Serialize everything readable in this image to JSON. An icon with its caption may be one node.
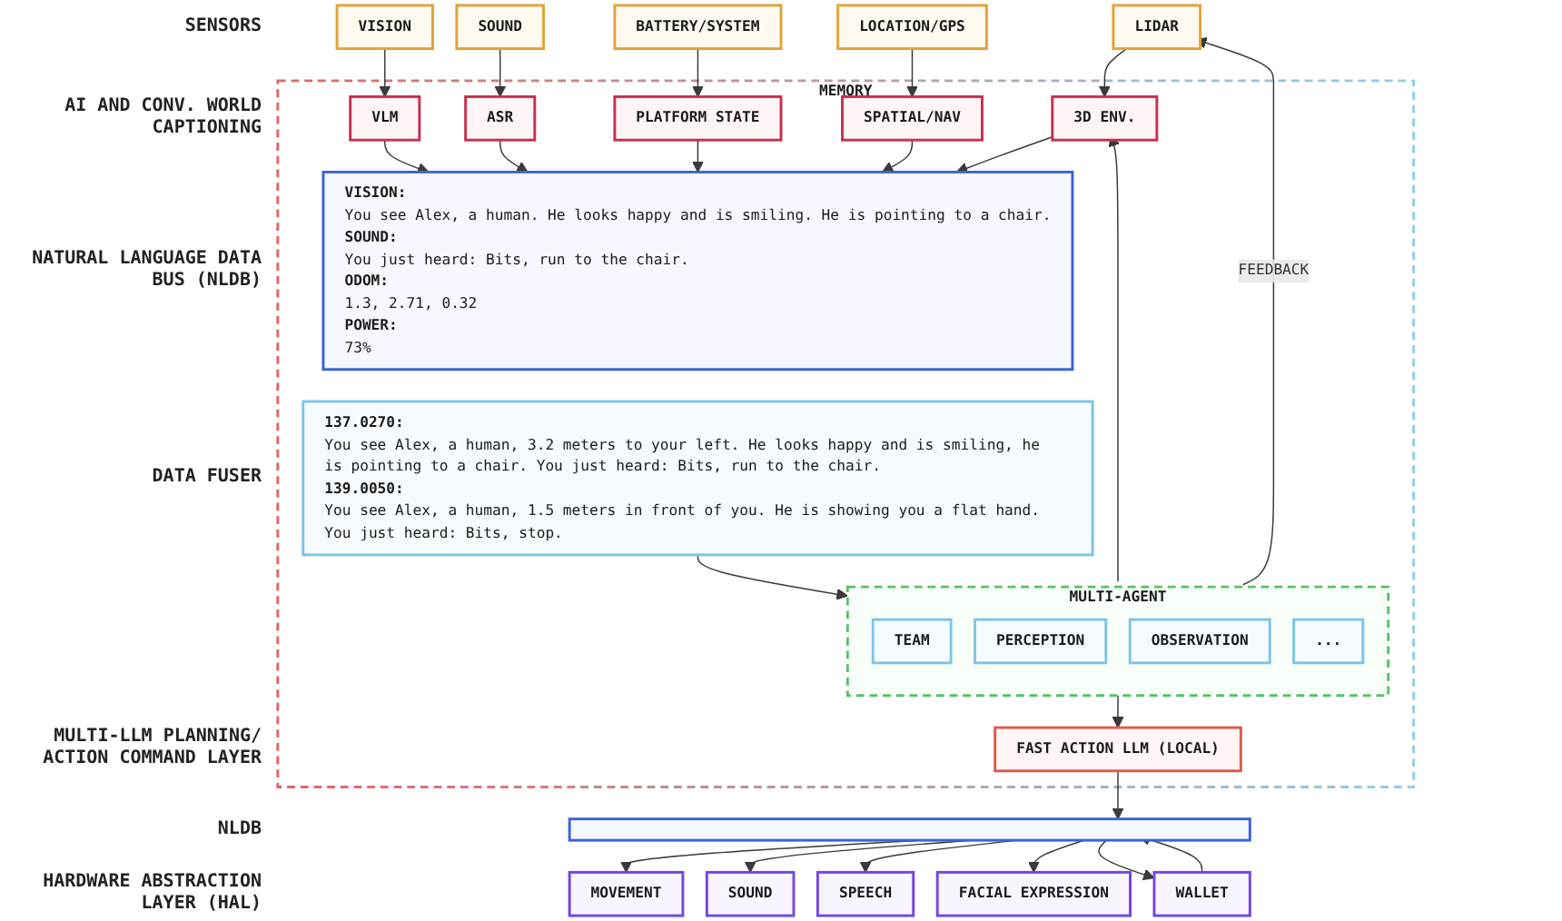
{
  "diagram": {
    "nodes": [
      {
        "text": [
          "VISION"
        ]
      },
      {
        "text": [
          "SOUND"
        ]
      },
      {
        "text": [
          "BATTERY/SYSTEM"
        ]
      },
      {
        "text": [
          "LOCATION/GPS"
        ]
      },
      {
        "text": [
          "LIDAR"
        ]
      },
      {
        "text": [
          "MEMORY"
        ]
      },
      {
        "text": [
          "VLM"
        ],
        "in": 5
      },
      {
        "text": [
          "ASR"
        ],
        "in": 5
      },
      {
        "text": [
          "PLATFORM STATE"
        ],
        "in": 5
      },
      {
        "text": [
          "SPATIAL/NAV"
        ],
        "in": 5
      },
      {
        "text": [
          "3D ENV."
        ],
        "in": 5
      },
      {
        "text": [
          "VISION:",
          "You see Alex, a human. He looks happy and is smiling. He is pointing to a chair.",
          "SOUND:",
          "You just heard: Bits, run to the chair.",
          "ODOM:",
          "1.3, 2.71, 0.32",
          "POWER:",
          "73%"
        ],
        "in": 5
      },
      {
        "text": [
          "137.0270:",
          "You see Alex, a human, 3.2 meters to your left. He looks happy and is smiling, he is pointing to a chair. You just heard: Bits, run to the chair.",
          "139.0050:",
          "You see Alex, a human, 1.5 meters in front of you. He is showing you a flat hand. You just heard: Bits, stop."
        ],
        "in": 5
      },
      {
        "text": [
          "FAST ACTION LLM (LOCAL)"
        ],
        "in": 5
      },
      {
        "text": [
          "MULTI-AGENT"
        ],
        "in": 5
      },
      {
        "text": [
          "TEAM"
        ],
        "in": 14
      },
      {
        "text": [
          "PERCEPTION"
        ],
        "in": 14
      },
      {
        "text": [
          "OBSERVATION"
        ],
        "in": 14
      },
      {
        "text": [
          "..."
        ],
        "in": 14
      },
      {
        "text": [],
        "shape": "bar"
      },
      {
        "text": [
          "MOVEMENT"
        ]
      },
      {
        "text": [
          "SOUND"
        ]
      },
      {
        "text": [
          "SPEECH"
        ]
      },
      {
        "text": [
          "FACIAL EXPRESSION"
        ]
      },
      {
        "text": [
          "WALLET"
        ]
      }
    ],
    "edges": [
      {
        "from": 0,
        "to": 6,
        "arrow": "to"
      },
      {
        "from": 1,
        "to": 7,
        "arrow": "to"
      },
      {
        "from": 2,
        "to": 8,
        "arrow": "to"
      },
      {
        "from": 3,
        "to": 9,
        "arrow": "to"
      },
      {
        "from": 4,
        "to": 10,
        "arrow": "to"
      },
      {
        "from": 6,
        "to": 11,
        "arrow": "to"
      },
      {
        "from": 7,
        "to": 11,
        "arrow": "to"
      },
      {
        "from": 8,
        "to": 11,
        "arrow": "to"
      },
      {
        "from": 9,
        "to": 11,
        "arrow": "to"
      },
      {
        "from": 10,
        "to": 11,
        "arrow": "to"
      },
      {
        "from": 12,
        "to": 14,
        "arrow": "to"
      },
      {
        "from": 14,
        "to": 13,
        "arrow": "to"
      },
      {
        "from": 13,
        "to": 19,
        "arrow": "to"
      },
      {
        "from": 19,
        "to": 20,
        "arrow": "to"
      },
      {
        "from": 19,
        "to": 21,
        "arrow": "to"
      },
      {
        "from": 19,
        "to": 22,
        "arrow": "to"
      },
      {
        "from": 19,
        "to": 23,
        "arrow": "to"
      },
      {
        "from": 19,
        "to": 24,
        "arrow": "to"
      },
      {
        "from": 24,
        "to": 19,
        "arrow": "to"
      },
      {
        "from": 14,
        "to": 4,
        "arrow": "to",
        "label": "FEEDBACK"
      },
      {
        "from": 14,
        "to": 10,
        "arrow": "to"
      }
    ],
    "labels": [
      "SENSORS",
      "AI AND CONV. WORLD CAPTIONING",
      "NATURAL LANGUAGE DATA BUS (NLDB)",
      "DATA FUSER",
      "MULTI-LLM PLANNING/ ACTION COMMAND LAYER",
      "NLDB",
      "HARDWARE ABSTRACTION LAYER (HAL)"
    ]
  }
}
